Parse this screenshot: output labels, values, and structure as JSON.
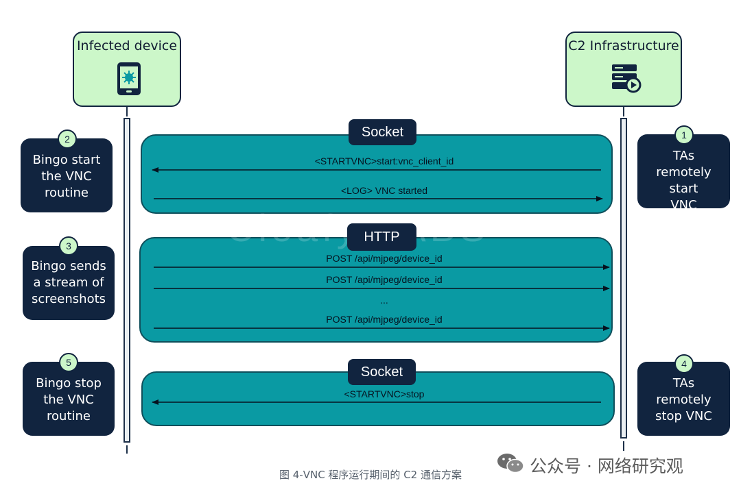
{
  "actors": {
    "left": {
      "label": "Infected device",
      "icon": "infected-phone-icon"
    },
    "right": {
      "label": "C2 Infrastructure",
      "icon": "server-icon"
    }
  },
  "protocols": {
    "socket1": "Socket",
    "http": "HTTP",
    "socket2": "Socket"
  },
  "steps": [
    {
      "number": "1",
      "text": "TAs remotely start VNC"
    },
    {
      "number": "2",
      "text": "Bingo start the VNC routine"
    },
    {
      "number": "3",
      "text": "Bingo sends a stream of screenshots"
    },
    {
      "number": "4",
      "text": "TAs remotely stop VNC"
    },
    {
      "number": "5",
      "text": "Bingo stop the VNC routine"
    }
  ],
  "messages": {
    "start_vnc": "<STARTVNC>start:vnc_client_id",
    "log_started": "<LOG> VNC started",
    "post1": "POST /api/mjpeg/device_id",
    "post2": "POST /api/mjpeg/device_id",
    "ellipsis": "...",
    "post3": "POST /api/mjpeg/device_id",
    "stop_vnc": "<STARTVNC>stop"
  },
  "watermark": "Cleafy LABS",
  "caption": "图 4-VNC 程序运行期间的 C2 通信方案",
  "wechat": "公众号 · 网络研究观",
  "colors": {
    "navy": "#11243f",
    "teal": "#0a9aa3",
    "mint": "#ccf7c9"
  }
}
